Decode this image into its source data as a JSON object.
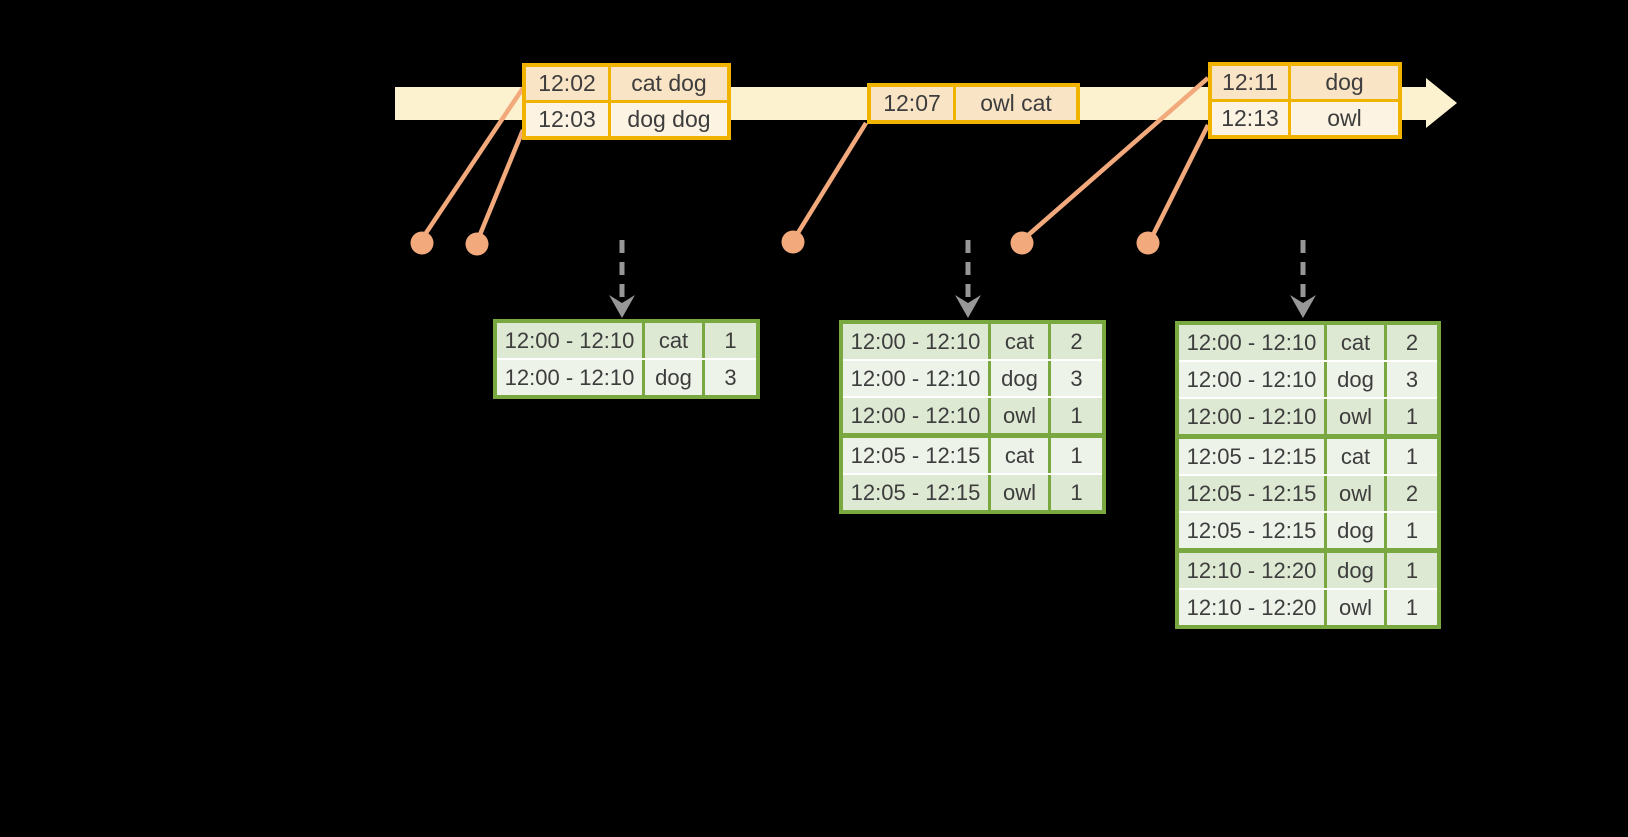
{
  "colors": {
    "background": "#000000",
    "timeline_fill": "#fcf2cf",
    "event_border": "#f0b400",
    "event_row_dark": "#fae4c6",
    "event_row_light": "#fdf3e2",
    "result_border": "#7aa840",
    "result_row_dark": "#dee9d3",
    "result_row_light": "#eef3ea",
    "connector_orange": "#f2a97c",
    "trigger_arrow_gray": "#979797",
    "text": "#3d3d3d"
  },
  "event_tables": [
    {
      "rows": [
        {
          "time": "12:02",
          "words": "cat dog"
        },
        {
          "time": "12:03",
          "words": "dog dog"
        }
      ]
    },
    {
      "rows": [
        {
          "time": "12:07",
          "words": "owl cat"
        }
      ]
    },
    {
      "rows": [
        {
          "time": "12:11",
          "words": "dog"
        },
        {
          "time": "12:13",
          "words": "owl"
        }
      ]
    }
  ],
  "result_tables": [
    {
      "rows": [
        [
          "12:00 - 12:10",
          "cat",
          "1"
        ],
        [
          "12:00 - 12:10",
          "dog",
          "3"
        ]
      ]
    },
    {
      "rows": [
        [
          "12:00 - 12:10",
          "cat",
          "2"
        ],
        [
          "12:00 - 12:10",
          "dog",
          "3"
        ],
        [
          "12:00 - 12:10",
          "owl",
          "1"
        ],
        [
          "12:05 - 12:15",
          "cat",
          "1"
        ],
        [
          "12:05 - 12:15",
          "owl",
          "1"
        ]
      ]
    },
    {
      "rows": [
        [
          "12:00 - 12:10",
          "cat",
          "2"
        ],
        [
          "12:00 - 12:10",
          "dog",
          "3"
        ],
        [
          "12:00 - 12:10",
          "owl",
          "1"
        ],
        [
          "12:05 - 12:15",
          "cat",
          "1"
        ],
        [
          "12:05 - 12:15",
          "owl",
          "2"
        ],
        [
          "12:05 - 12:15",
          "dog",
          "1"
        ],
        [
          "12:10 - 12:20",
          "dog",
          "1"
        ],
        [
          "12:10 - 12:20",
          "owl",
          "1"
        ]
      ]
    }
  ]
}
